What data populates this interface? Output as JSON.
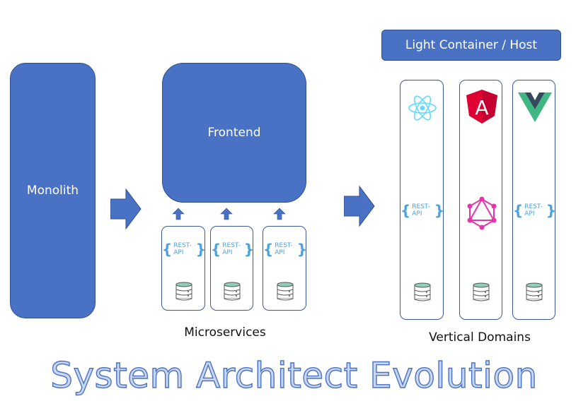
{
  "diagram": {
    "monolith_label": "Monolith",
    "frontend_label": "Frontend",
    "container_label": "Light Container / Host",
    "microservices_caption": "Microservices",
    "vertical_domains_caption": "Vertical Domains",
    "title": "System Architect Evolution",
    "rest_api_label": "REST-API",
    "brace_open": "{",
    "brace_close": "}",
    "angular_letter": "A",
    "microservices": [
      {
        "rest_label": "REST-API"
      },
      {
        "rest_label": "REST-API"
      },
      {
        "rest_label": "REST-API"
      }
    ],
    "domains": [
      {
        "framework_icon": "react-icon",
        "middle": "REST-API"
      },
      {
        "framework_icon": "angular-icon",
        "middle": "graphql-icon"
      },
      {
        "framework_icon": "vue-icon",
        "middle": "REST-API"
      }
    ],
    "colors": {
      "box_blue": "#4a72c4",
      "rest_blue": "#4aa3df",
      "react_cyan": "#61dafb",
      "angular_red": "#dd0031",
      "vue_green": "#41b883",
      "vue_dark": "#35495e",
      "graphql_pink": "#e535ab"
    }
  }
}
